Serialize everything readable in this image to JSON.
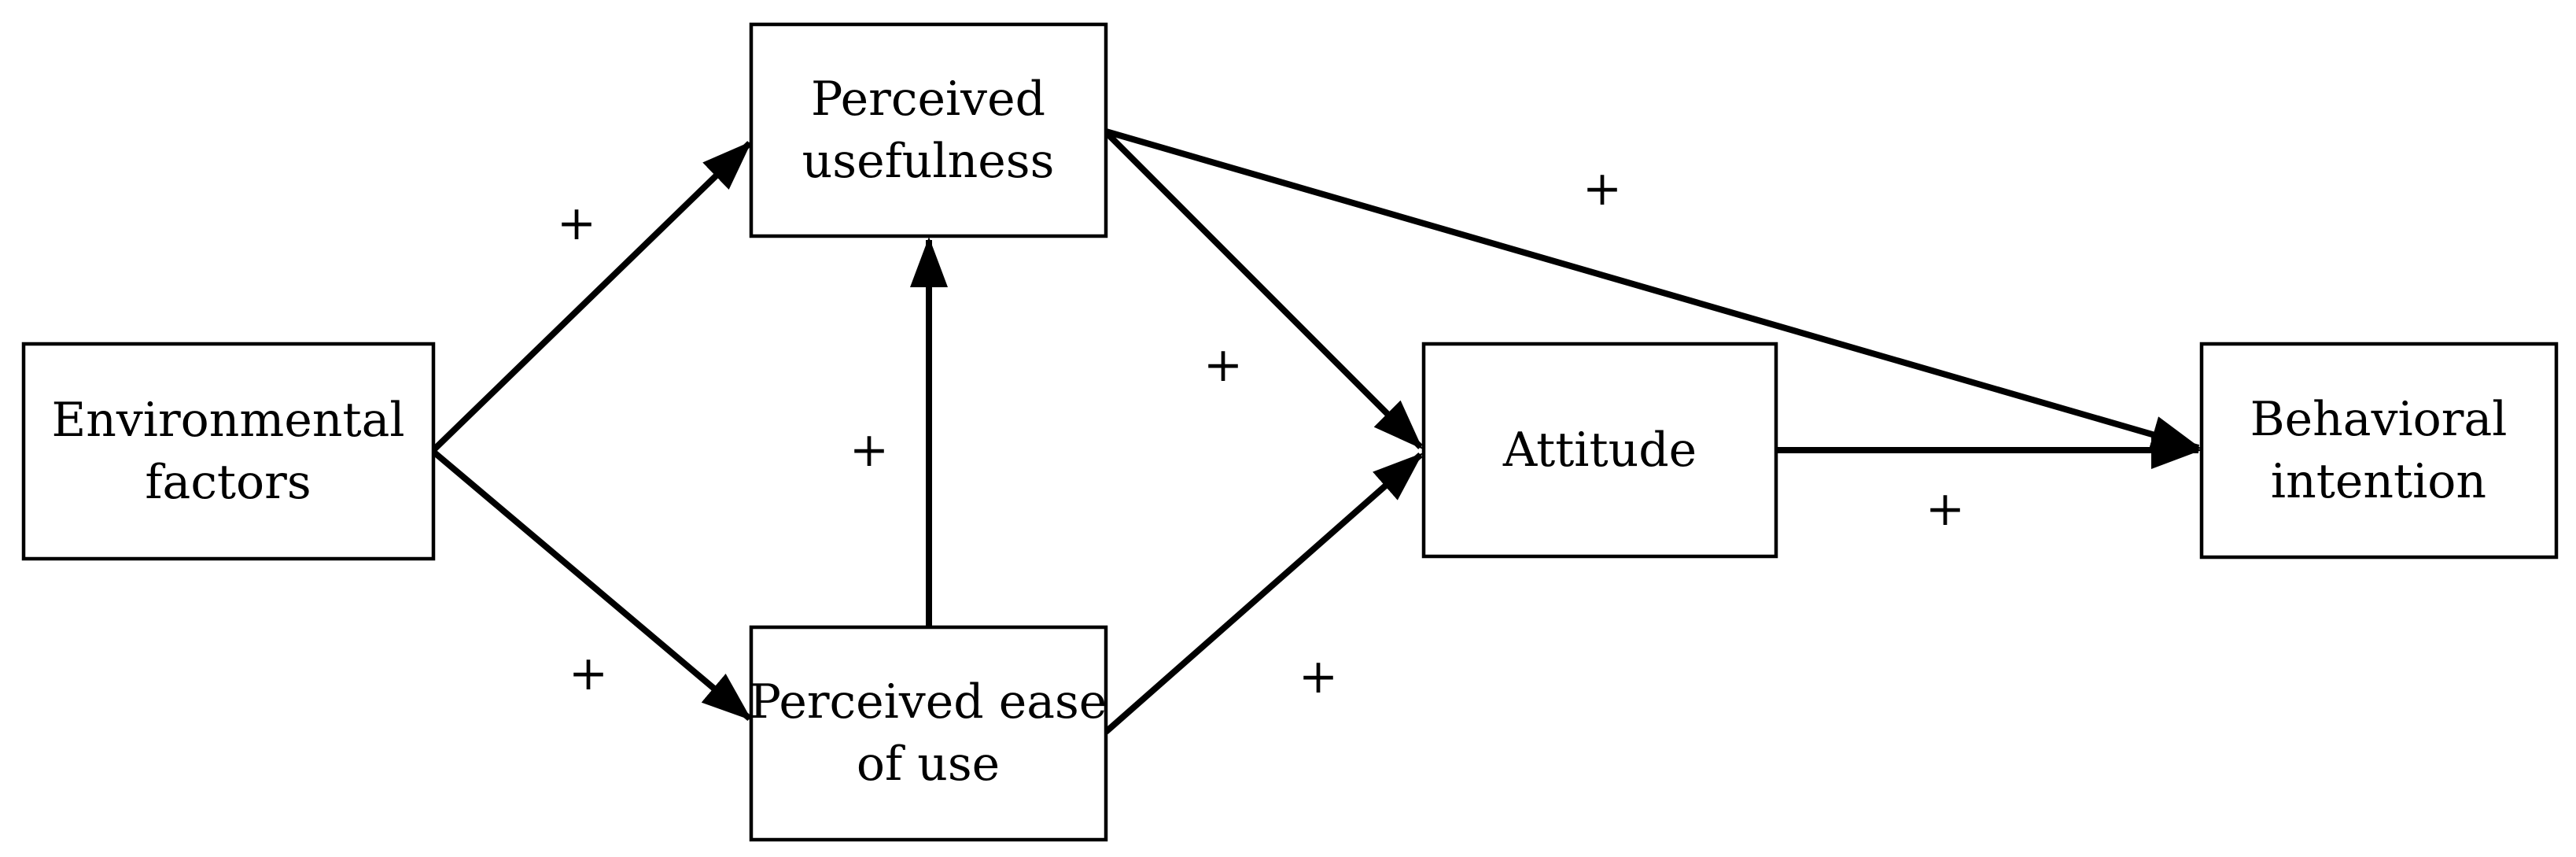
{
  "figure": {
    "type": "path-model-diagram",
    "background_color": "#ffffff",
    "line_color": "#000000"
  },
  "nodes": [
    {
      "id": "environmental-factors",
      "label": "Environmental factors",
      "lines": [
        "Environmental",
        "factors"
      ]
    },
    {
      "id": "perceived-usefulness",
      "label": "Perceived usefulness",
      "lines": [
        "Perceived",
        "usefulness"
      ]
    },
    {
      "id": "perceived-ease-of-use",
      "label": "Perceived ease of use",
      "lines": [
        "Perceived ease",
        "of use"
      ]
    },
    {
      "id": "attitude",
      "label": "Attitude",
      "lines": [
        "Attitude"
      ]
    },
    {
      "id": "behavioral-intention",
      "label": "Behavioral intention",
      "lines": [
        "Behavioral",
        "intention"
      ]
    }
  ],
  "edges": [
    {
      "id": "env-to-usefulness",
      "from": "environmental-factors",
      "to": "perceived-usefulness",
      "sign": "+"
    },
    {
      "id": "env-to-ease",
      "from": "environmental-factors",
      "to": "perceived-ease-of-use",
      "sign": "+"
    },
    {
      "id": "ease-to-usefulness",
      "from": "perceived-ease-of-use",
      "to": "perceived-usefulness",
      "sign": "+"
    },
    {
      "id": "usefulness-to-attitude",
      "from": "perceived-usefulness",
      "to": "attitude",
      "sign": "+"
    },
    {
      "id": "usefulness-to-intention",
      "from": "perceived-usefulness",
      "to": "behavioral-intention",
      "sign": "+"
    },
    {
      "id": "ease-to-attitude",
      "from": "perceived-ease-of-use",
      "to": "attitude",
      "sign": "+"
    },
    {
      "id": "attitude-to-intention",
      "from": "attitude",
      "to": "behavioral-intention",
      "sign": "+"
    }
  ]
}
